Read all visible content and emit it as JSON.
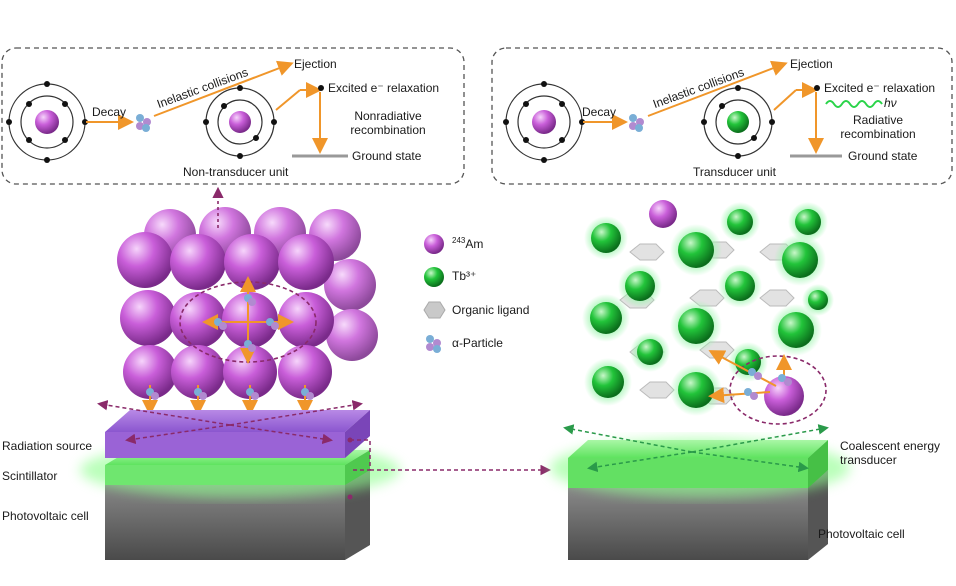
{
  "left_panel": {
    "decay": "Decay",
    "inelastic": "Inelastic collisions",
    "ejection": "Ejection",
    "excited": "Excited e⁻ relaxation",
    "nonradiative": "Nonradiative recombination",
    "ground": "Ground state",
    "unit": "Non-transducer unit"
  },
  "right_panel": {
    "decay": "Decay",
    "inelastic": "Inelastic collisions",
    "ejection": "Ejection",
    "excited": "Excited e⁻ relaxation",
    "hv": "hν",
    "radiative": "Radiative recombination",
    "ground": "Ground state",
    "unit": "Transducer unit"
  },
  "legend": [
    {
      "label_sup": "243",
      "label": "Am",
      "icon": "magenta-sphere",
      "color": "#c84fd8"
    },
    {
      "label_sup": "",
      "label": "Tb³⁺",
      "icon": "green-sphere",
      "color": "#1fbf3a"
    },
    {
      "label_sup": "",
      "label": "Organic ligand",
      "icon": "grey-hexagon",
      "color": "#c9c9c9"
    },
    {
      "label_sup": "",
      "label": "α-Particle",
      "icon": "alpha-particle",
      "color": "#7aaed6"
    }
  ],
  "left_stack": {
    "radiation_source": "Radiation source",
    "scintillator": "Scintillator",
    "photovoltaic": "Photovoltaic cell"
  },
  "right_stack": {
    "transducer": "Coalescent energy transducer",
    "photovoltaic": "Photovoltaic cell"
  },
  "colors": {
    "americium": "#c84fd8",
    "terbium": "#1fbf3a",
    "arrow": "#f0962a",
    "dotted_link": "#8a2a6a",
    "panel_border": "#555555"
  }
}
